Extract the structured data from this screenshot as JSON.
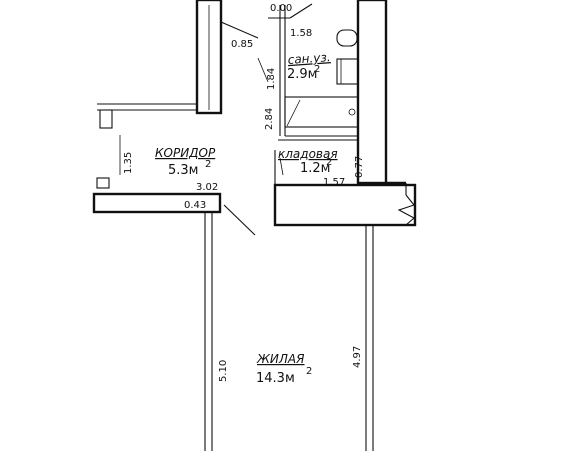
{
  "rooms": {
    "corridor": {
      "name": "КОРИДОР",
      "area_num": "5.3м",
      "area_sup": "2"
    },
    "toilet": {
      "name": "сан.уз.",
      "area_num": "2.9м",
      "area_sup": "2"
    },
    "storage": {
      "name": "кладовая",
      "area_num": "1.2м",
      "area_sup": "2"
    },
    "living": {
      "name": "ЖИЛАЯ",
      "area_num": "14.3м",
      "area_sup": "2"
    }
  },
  "dimensions": {
    "d_top": "0.00",
    "d_085": "0.85",
    "d_158": "1.58",
    "d_184": "1.84",
    "d_284": "2.84",
    "d_135": "1.35",
    "d_302": "3.02",
    "d_043": "0.43",
    "d_077": "0.77",
    "d_157": "1.57",
    "d_510": "5.10",
    "d_497": "4.97"
  },
  "colors": {
    "ink": "#111111",
    "paper": "#ffffff"
  }
}
